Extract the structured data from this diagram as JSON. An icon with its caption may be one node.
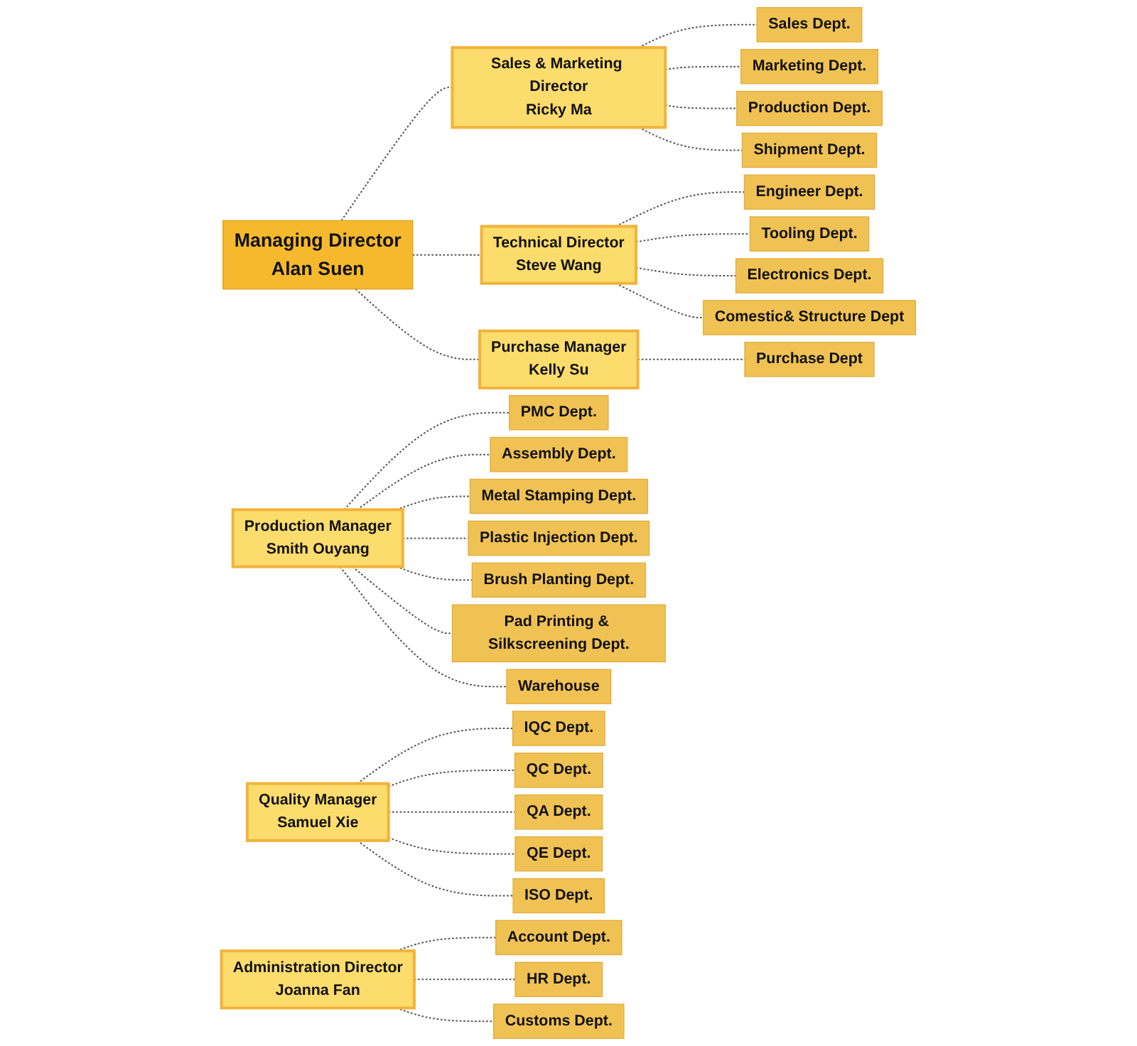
{
  "diagram": {
    "nodes": [
      {
        "text": [
          "Managing Director",
          "Alan Suen"
        ]
      },
      {
        "text": [
          "Sales & Marketing Director",
          "Ricky Ma"
        ]
      },
      {
        "text": [
          "Sales Dept."
        ]
      },
      {
        "text": [
          "Marketing Dept."
        ]
      },
      {
        "text": [
          "Production Dept."
        ]
      },
      {
        "text": [
          "Shipment Dept."
        ]
      },
      {
        "text": [
          "Technical Director",
          "Steve Wang"
        ]
      },
      {
        "text": [
          "Engineer Dept."
        ]
      },
      {
        "text": [
          "Tooling Dept."
        ]
      },
      {
        "text": [
          "Electronics Dept."
        ]
      },
      {
        "text": [
          "Comestic& Structure Dept"
        ]
      },
      {
        "text": [
          "Purchase Manager",
          "Kelly Su"
        ]
      },
      {
        "text": [
          "Purchase Dept"
        ]
      },
      {
        "text": [
          "Production Manager",
          "Smith Ouyang"
        ]
      },
      {
        "text": [
          "PMC Dept."
        ]
      },
      {
        "text": [
          "Assembly Dept."
        ]
      },
      {
        "text": [
          "Metal Stamping Dept."
        ]
      },
      {
        "text": [
          "Plastic Injection Dept."
        ]
      },
      {
        "text": [
          "Brush Planting Dept."
        ]
      },
      {
        "text": [
          "Pad Printing & Silkscreening Dept."
        ]
      },
      {
        "text": [
          "Warehouse"
        ]
      },
      {
        "text": [
          "Quality Manager",
          "Samuel Xie"
        ]
      },
      {
        "text": [
          "IQC Dept."
        ]
      },
      {
        "text": [
          "QC Dept."
        ]
      },
      {
        "text": [
          "QA Dept."
        ]
      },
      {
        "text": [
          "QE Dept."
        ]
      },
      {
        "text": [
          "ISO Dept."
        ]
      },
      {
        "text": [
          "Administration Director",
          "Joanna Fan"
        ]
      },
      {
        "text": [
          "Account Dept."
        ]
      },
      {
        "text": [
          "HR Dept."
        ]
      },
      {
        "text": [
          "Customs Dept."
        ]
      }
    ],
    "edges": [
      {
        "from": 0,
        "to": 1,
        "arrow": "none",
        "style": "dashed"
      },
      {
        "from": 0,
        "to": 6,
        "arrow": "none",
        "style": "dashed"
      },
      {
        "from": 0,
        "to": 11,
        "arrow": "none",
        "style": "dashed"
      },
      {
        "from": 1,
        "to": 2,
        "arrow": "none",
        "style": "dashed"
      },
      {
        "from": 1,
        "to": 3,
        "arrow": "none",
        "style": "dashed"
      },
      {
        "from": 1,
        "to": 4,
        "arrow": "none",
        "style": "dashed"
      },
      {
        "from": 1,
        "to": 5,
        "arrow": "none",
        "style": "dashed"
      },
      {
        "from": 6,
        "to": 7,
        "arrow": "none",
        "style": "dashed"
      },
      {
        "from": 6,
        "to": 8,
        "arrow": "none",
        "style": "dashed"
      },
      {
        "from": 6,
        "to": 9,
        "arrow": "none",
        "style": "dashed"
      },
      {
        "from": 6,
        "to": 10,
        "arrow": "none",
        "style": "dashed"
      },
      {
        "from": 11,
        "to": 12,
        "arrow": "none",
        "style": "dashed"
      },
      {
        "from": 13,
        "to": 14,
        "arrow": "none",
        "style": "dashed"
      },
      {
        "from": 13,
        "to": 15,
        "arrow": "none",
        "style": "dashed"
      },
      {
        "from": 13,
        "to": 16,
        "arrow": "none",
        "style": "dashed"
      },
      {
        "from": 13,
        "to": 17,
        "arrow": "none",
        "style": "dashed"
      },
      {
        "from": 13,
        "to": 18,
        "arrow": "none",
        "style": "dashed"
      },
      {
        "from": 13,
        "to": 19,
        "arrow": "none",
        "style": "dashed"
      },
      {
        "from": 13,
        "to": 20,
        "arrow": "none",
        "style": "dashed"
      },
      {
        "from": 21,
        "to": 22,
        "arrow": "none",
        "style": "dashed"
      },
      {
        "from": 21,
        "to": 23,
        "arrow": "none",
        "style": "dashed"
      },
      {
        "from": 21,
        "to": 24,
        "arrow": "none",
        "style": "dashed"
      },
      {
        "from": 21,
        "to": 25,
        "arrow": "none",
        "style": "dashed"
      },
      {
        "from": 21,
        "to": 26,
        "arrow": "none",
        "style": "dashed"
      },
      {
        "from": 27,
        "to": 28,
        "arrow": "none",
        "style": "dashed"
      },
      {
        "from": 27,
        "to": 29,
        "arrow": "none",
        "style": "dashed"
      },
      {
        "from": 27,
        "to": 30,
        "arrow": "none",
        "style": "dashed"
      }
    ]
  }
}
